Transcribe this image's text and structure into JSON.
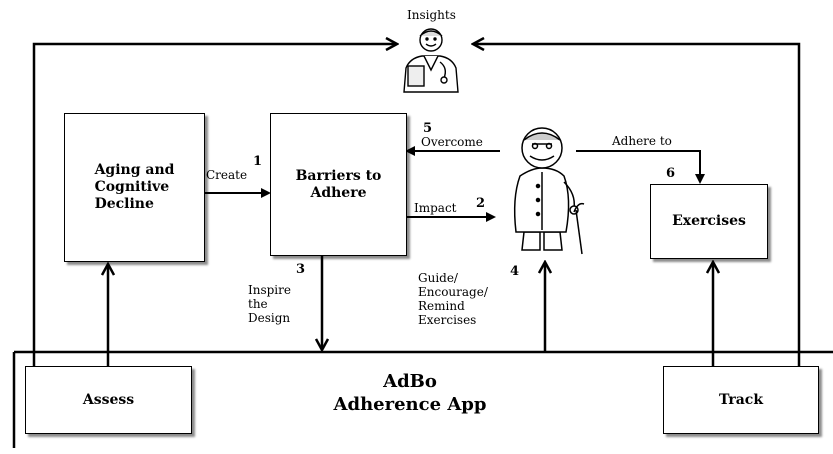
{
  "nodes": {
    "insights": "Insights",
    "aging": "Aging and\nCognitive\nDecline",
    "barriers": "Barriers to\nAdhere",
    "exercises": "Exercises",
    "assess": "Assess",
    "track": "Track",
    "app": "AdBo\nAdherence App"
  },
  "edges": {
    "create": "Create",
    "impact": "Impact",
    "overcome": "Overcome",
    "adhere_to": "Adhere to",
    "inspire": "Inspire\nthe\nDesign",
    "guide": "Guide/\nEncourage/\nRemind\nExercises"
  },
  "numbers": {
    "n1": "1",
    "n2": "2",
    "n3": "3",
    "n4": "4",
    "n5": "5",
    "n6": "6"
  },
  "icons": {
    "doctor": "doctor-icon",
    "elderly": "elderly-man-icon"
  }
}
